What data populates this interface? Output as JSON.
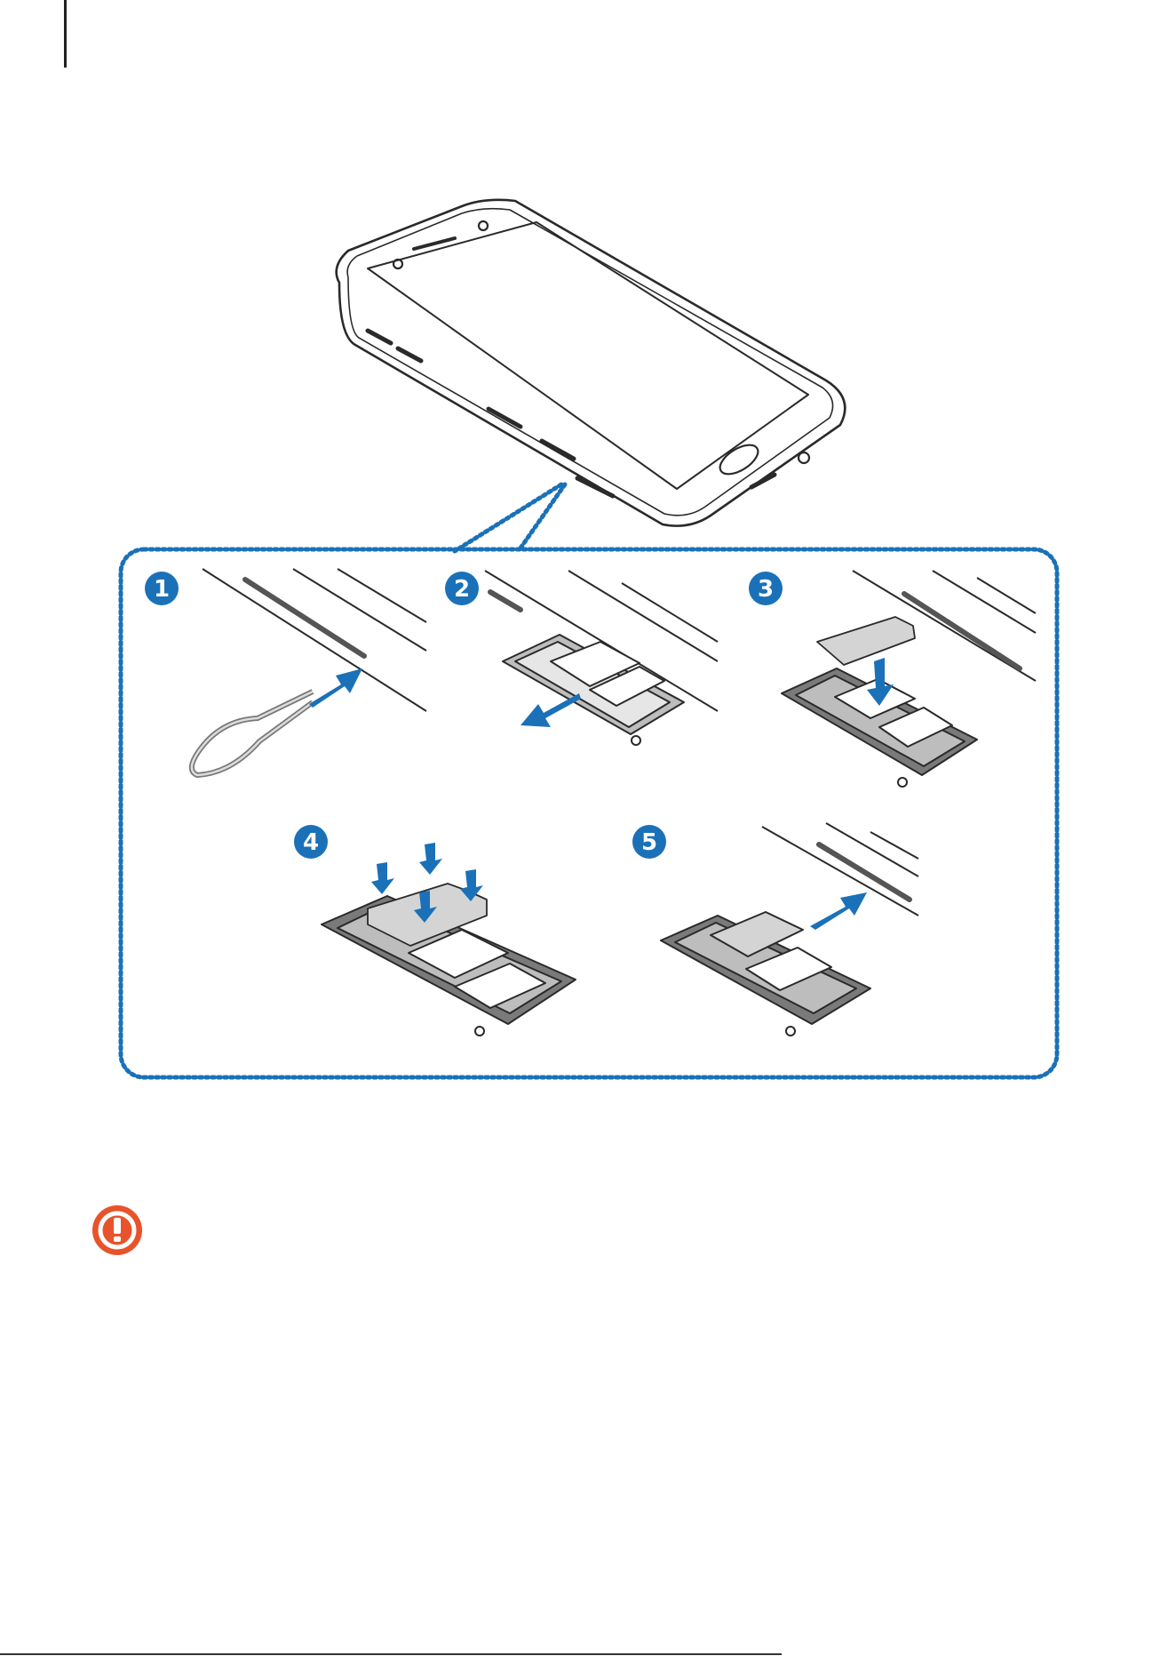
{
  "page": {
    "colors": {
      "accent_blue": "#1a71b8",
      "warning_orange": "#e8532b",
      "line": "#2a2a2a",
      "tray_dark": "#6e6e6e",
      "card_gray": "#d4d4d4"
    }
  },
  "steps": [
    {
      "number": "1"
    },
    {
      "number": "2"
    },
    {
      "number": "3"
    },
    {
      "number": "4"
    },
    {
      "number": "5"
    }
  ],
  "warning": {
    "icon": "exclamation-warning-icon"
  }
}
